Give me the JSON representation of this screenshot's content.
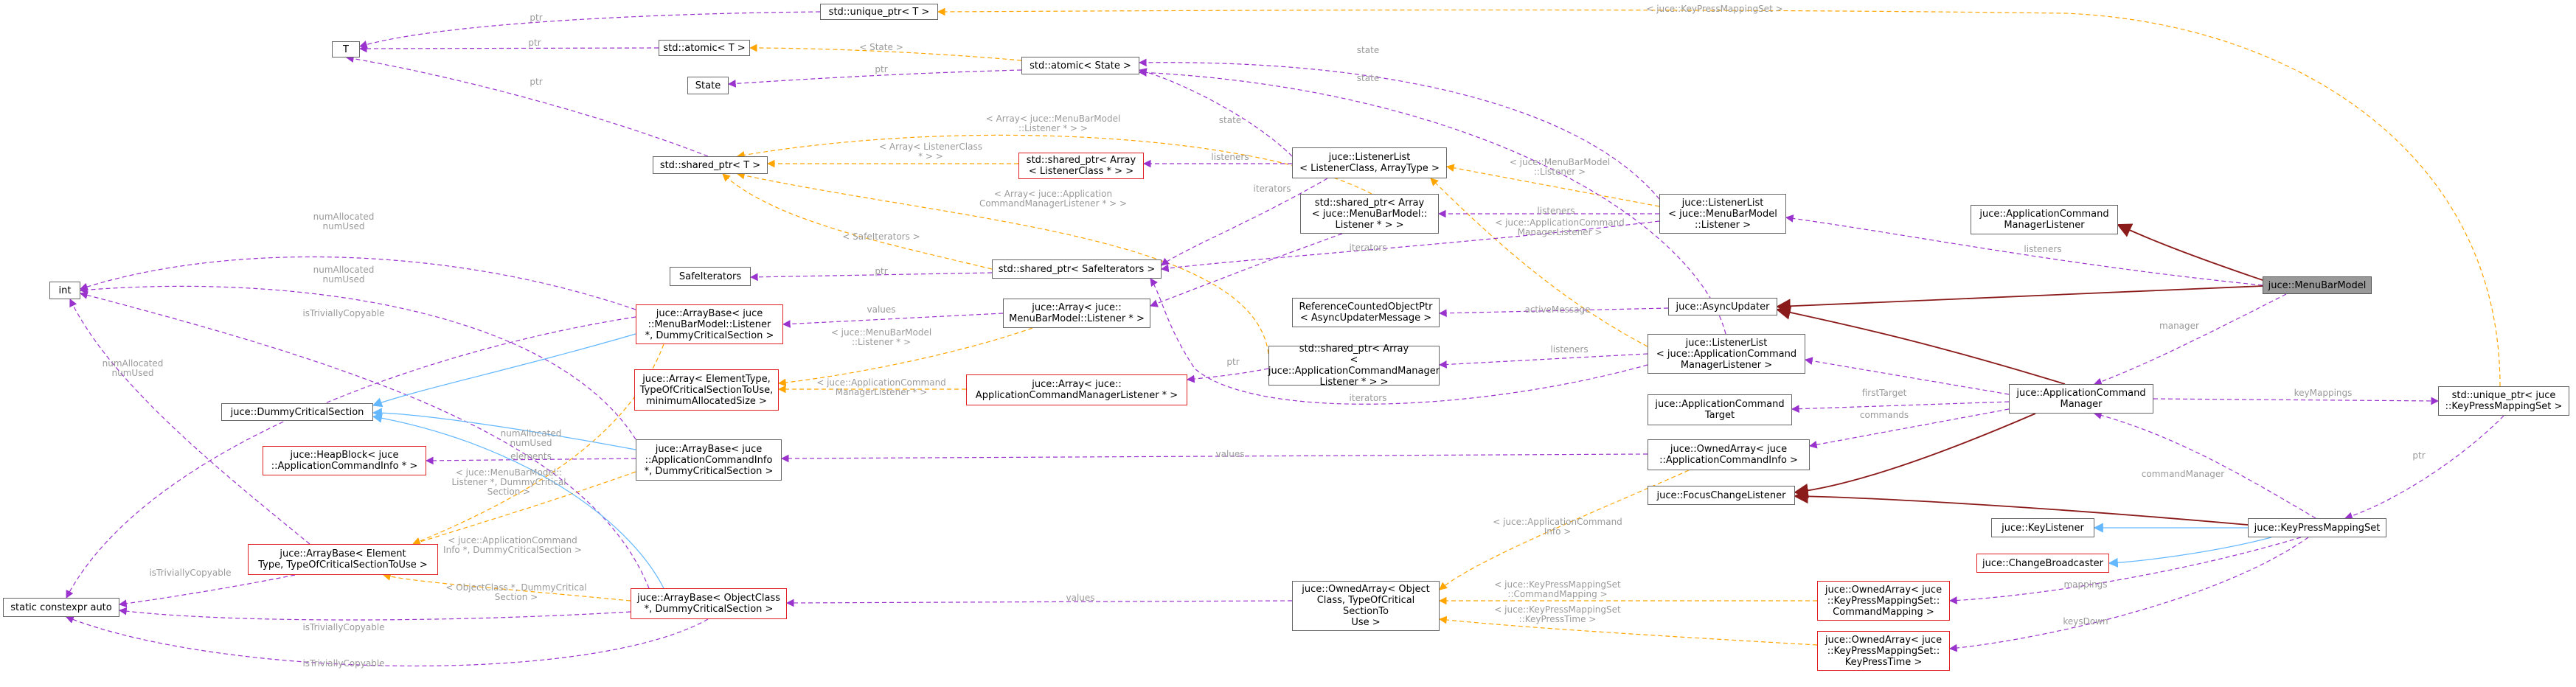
{
  "diagram": {
    "colors": {
      "purple": "#9a32cd",
      "orange": "#ffa500",
      "blue": "#63b8ff",
      "darkred": "#8b1a1a",
      "label": "#9a9a9a"
    },
    "nodes": {
      "T": "T",
      "unique_ptr_T": "std::unique_ptr< T >",
      "atomic_T": "std::atomic< T >",
      "atomic_State": "std::atomic< State >",
      "State": "State",
      "shared_ptr_T": "std::shared_ptr< T >",
      "sp_array_listener": "std::shared_ptr< Array\n< ListenerClass * > >",
      "listenerlist_generic": "juce::ListenerList\n< ListenerClass, ArrayType >",
      "sp_array_mbm": "std::shared_ptr< Array\n< juce::MenuBarModel::\nListener * > >",
      "listenerlist_mbm": "juce::ListenerList\n< juce::MenuBarModel\n::Listener >",
      "acm_listener": "juce::ApplicationCommand\nManagerListener",
      "menubarmodel": "juce::MenuBarModel",
      "safeiterators": "SafeIterators",
      "sp_safeiterators": "std::shared_ptr< SafeIterators >",
      "int": "int",
      "arraybase_mbm": "juce::ArrayBase< juce\n::MenuBarModel::Listener\n*, DummyCriticalSection >",
      "array_mbm": "juce::Array< juce::\nMenuBarModel::Listener * >",
      "refcounted": "ReferenceCountedObjectPtr\n< AsyncUpdaterMessage >",
      "asyncupdater": "juce::AsyncUpdater",
      "array_generic": "juce::Array< ElementType,\nTypeOfCriticalSectionToUse,\nminimumAllocatedSize >",
      "array_acml": "juce::Array< juce::\nApplicationCommandManagerListener * >",
      "sp_array_acml": "std::shared_ptr< Array\n< juce::ApplicationCommandManager\nListener * > >",
      "listenerlist_acml": "juce::ListenerList\n< juce::ApplicationCommand\nManagerListener >",
      "dummycs": "juce::DummyCriticalSection",
      "acm": "juce::ApplicationCommand\nManager",
      "act": "juce::ApplicationCommand\nTarget",
      "unique_ptr_kpms": "std::unique_ptr< juce\n::KeyPressMappingSet >",
      "heapblock": "juce::HeapBlock< juce\n::ApplicationCommandInfo * >",
      "arraybase_aci": "juce::ArrayBase< juce\n::ApplicationCommandInfo\n*, DummyCriticalSection >",
      "ownedarray_aci": "juce::OwnedArray< juce\n::ApplicationCommandInfo >",
      "focuschange": "juce::FocusChangeListener",
      "keylistener": "juce::KeyListener",
      "kpms": "juce::KeyPressMappingSet",
      "changebroadcaster": "juce::ChangeBroadcaster",
      "arraybase_generic": "juce::ArrayBase< Element\nType, TypeOfCriticalSectionToUse >",
      "static_constexpr": "static constexpr auto",
      "arraybase_oc": "juce::ArrayBase< ObjectClass\n*, DummyCriticalSection >",
      "ownedarray_generic": "juce::OwnedArray< Object\nClass, TypeOfCritical\nSectionTo\nUse >",
      "ownedarray_cm": "juce::OwnedArray< juce\n::KeyPressMappingSet::\nCommandMapping >",
      "ownedarray_kpt": "juce::OwnedArray< juce\n::KeyPressMappingSet::\nKeyPressTime >"
    },
    "edge_labels": {
      "l_ptr1": "ptr",
      "l_ptr2": "ptr",
      "l_ptr3": "ptr",
      "l_ptr4": "ptr",
      "l_ptr5": "ptr",
      "l_ptr6": "ptr",
      "l_state_tpl": "< State >",
      "l_state1": "state",
      "l_state2": "state",
      "l_state3": "state",
      "l_kpms_tpl": "< juce::KeyPressMappingSet >",
      "l_mbm_listener_tpl": "< Array< juce::MenuBarModel\n::Listener * > >",
      "l_array_lc_tpl": "< Array< ListenerClass\n* > >",
      "l_listeners1": "listeners",
      "l_listeners2": "listeners",
      "l_listeners3": "listeners",
      "l_listeners4": "listeners",
      "l_iterators1": "iterators",
      "l_iterators2": "iterators",
      "l_iterators3": "iterators",
      "l_mbm_tpl2": "< juce::MenuBarModel\n::Listener >",
      "l_acml_tpl": "< juce::ApplicationCommand\nManagerListener >",
      "l_acm_array_tpl": "< Array< juce::Application\nCommandManagerListener * > >",
      "l_safeiter_tpl": "< SafeIterators >",
      "l_numalloc1": "numAllocated\nnumUsed",
      "l_numalloc2": "numAllocated\nnumUsed",
      "l_numalloc3": "numAllocated\nnumUsed",
      "l_numalloc4": "numAllocated\nnumUsed",
      "l_trivially1": "isTriviallyCopyable",
      "l_trivially2": "isTriviallyCopyable",
      "l_trivially3": "isTriviallyCopyable",
      "l_trivially4": "isTriviallyCopyable",
      "l_values1": "values",
      "l_values2": "values",
      "l_values3": "values",
      "l_mbm_listener_ptr": "< juce::MenuBarModel\n::Listener * >",
      "l_acml_ptr": "< juce::ApplicationCommand\nManagerListener * >",
      "l_elements": "elements",
      "l_ab_mbm_tpl": "< juce::MenuBarModel::\nListener *, DummyCritical\nSection >",
      "l_ab_aci_tpl": "< juce::ApplicationCommand\nInfo *, DummyCriticalSection >",
      "l_ab_oc_tpl": "< ObjectClass *, DummyCritical\nSection >",
      "l_activemessage": "activeMessage",
      "l_manager": "manager",
      "l_firsttarget": "firstTarget",
      "l_commands": "commands",
      "l_keymappings": "keyMappings",
      "l_commandmanager": "commandManager",
      "l_ptr_kpms": "ptr",
      "l_aci_tpl": "< juce::ApplicationCommand\nInfo >",
      "l_mappings": "mappings",
      "l_keysdown": "keysDown",
      "l_cm_tpl": "< juce::KeyPressMappingSet\n::CommandMapping >",
      "l_kpt_tpl": "< juce::KeyPressMappingSet\n::KeyPressTime >"
    }
  }
}
